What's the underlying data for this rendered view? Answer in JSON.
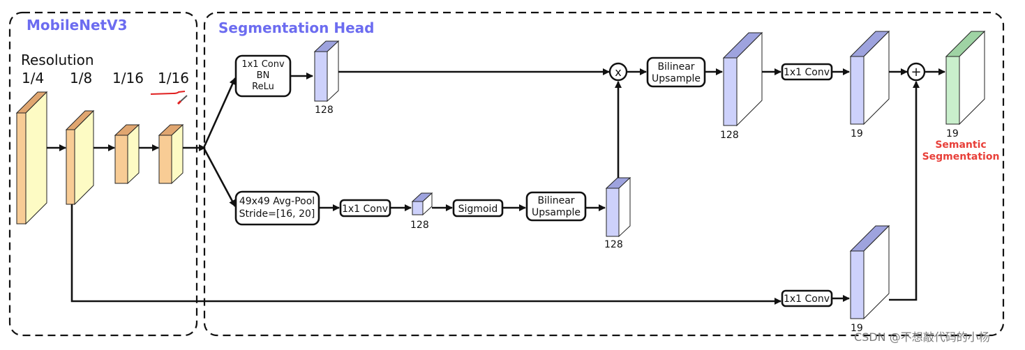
{
  "sections": {
    "backbone_title": "MobileNetV3",
    "head_title": "Segmentation Head"
  },
  "resolution": {
    "title": "Resolution",
    "scales": [
      "1/4",
      "1/8",
      "1/16",
      "1/16"
    ]
  },
  "nodes": {
    "conv_bn_relu": [
      "1x1 Conv",
      "BN",
      "ReLu"
    ],
    "avg_pool": [
      "49x49 Avg-Pool",
      "Stride=[16, 20]"
    ],
    "conv_mid": "1x1 Conv",
    "sigmoid": "Sigmoid",
    "upsample_lower": [
      "Bilinear",
      "Upsample"
    ],
    "multiply_symbol": "x",
    "upsample_top": [
      "Bilinear",
      "Upsample"
    ],
    "conv_top": "1x1 Conv",
    "add_symbol": "+",
    "conv_bottom": "1x1 Conv"
  },
  "dims": {
    "d_top_branch": "128",
    "d_pool_conv": "128",
    "d_after_upsample_lower": "128",
    "d_after_upsample_top": "128",
    "d_after_conv_top": "19",
    "d_after_conv_bottom": "19",
    "d_output": "19"
  },
  "output_label": [
    "Semantic",
    "Segmentation"
  ],
  "colors": {
    "section_title": "#6c6cf0",
    "backbone_front": "#f8cc95",
    "backbone_front_light": "#fdfbc4",
    "feature_blue": "#cdd1fb",
    "feature_blue_top": "#9ea3de",
    "output_green": "#c9efcc",
    "output_green_top": "#9fd3a4",
    "output_label": "#e8403a",
    "annotation_red": "#e02020"
  },
  "watermark": "CSDN @不想敲代码的小杨"
}
